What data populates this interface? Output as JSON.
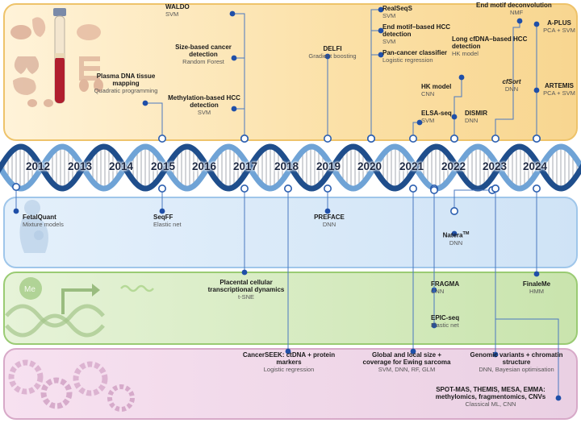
{
  "years": [
    "2012",
    "2013",
    "2014",
    "2015",
    "2016",
    "2017",
    "2018",
    "2019",
    "2020",
    "2021",
    "2022",
    "2023",
    "2024"
  ],
  "methods": {
    "waldo": {
      "title": "WALDO",
      "model": "SVM"
    },
    "size_based": {
      "title": "Size-based cancer detection",
      "model": "Random Forest"
    },
    "methylation_hcc": {
      "title": "Methylation-based HCC detection",
      "model": "SVM"
    },
    "plasma_tissue": {
      "title": "Plasma DNA tissue mapping",
      "model": "Quadratic programming"
    },
    "delfi": {
      "title": "DELFI",
      "model": "Gradient boosting"
    },
    "realseqs": {
      "title": "RealSeqS",
      "model": "SVM"
    },
    "end_motif_hcc": {
      "title": "End motif–based HCC detection",
      "model": "SVM"
    },
    "pan_cancer": {
      "title": "Pan-cancer classifier",
      "model": "Logistic regression"
    },
    "long_cfdna": {
      "title": "Long cfDNA–based HCC detection",
      "model": "HK model"
    },
    "hk_model": {
      "title": "HK model",
      "model": "CNN"
    },
    "elsa_seq": {
      "title": "ELSA-seq",
      "model": "SVM"
    },
    "dismir": {
      "title": "DISMIR",
      "model": "DNN"
    },
    "cfsort": {
      "title": "cfSort",
      "model": "DNN"
    },
    "end_motif_deconv": {
      "title": "End motif deconvolution",
      "model": "NMF"
    },
    "a_plus": {
      "title": "A-PLUS",
      "model": "PCA + SVM"
    },
    "artemis": {
      "title": "ARTEMIS",
      "model": "PCA + SVM"
    },
    "fetalquant": {
      "title": "FetalQuant",
      "model": "Mixture models"
    },
    "seqff": {
      "title": "SeqFF",
      "model": "Elastic net"
    },
    "preface": {
      "title": "PREFACE",
      "model": "DNN"
    },
    "natera": {
      "title": "Natera",
      "title_sup": "TM",
      "model": "DNN"
    },
    "placental": {
      "title": "Placental cellular transcriptional dynamics",
      "model": "t-SNE"
    },
    "fragma": {
      "title": "FRAGMA",
      "model": "CNN"
    },
    "epic_seq": {
      "title": "EPIC-seq",
      "model": "Elastic net"
    },
    "finaleme": {
      "title": "FinaleMe",
      "model": "HMM"
    },
    "cancerseek": {
      "title": "CancerSEEK: ctDNA + protein markers",
      "model": "Logistic regression"
    },
    "global_local": {
      "title": "Global and local size + coverage for Ewing sarcoma",
      "model": "SVM, DNN, RF, GLM"
    },
    "genomic_variants": {
      "title": "Genomic variants + chromatin structure",
      "model": "DNN, Bayesian optimisation"
    },
    "spot_mas": {
      "title": "SPOT-MAS, THEMIS, MESA, EMMA: methylomics, fragmentomics, CNVs",
      "model": "Classical ML, CNN"
    }
  },
  "colors": {
    "cancer_band": "#fbe0a6",
    "prenatal_band": "#cfe3f6",
    "tissue_band": "#c9e4ad",
    "general_band": "#ead0e3",
    "helix_dark": "#1f4e8c",
    "helix_light": "#6fa3d6",
    "marker": "#1f4fa8"
  },
  "icons": [
    "organs-icon",
    "blood-tube-icon",
    "pregnancy-icon",
    "dna-methylation-icon",
    "gears-icon"
  ]
}
